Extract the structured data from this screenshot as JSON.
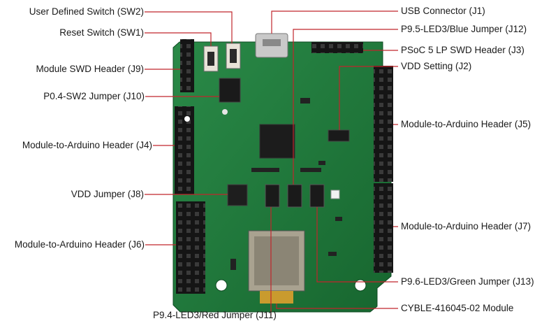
{
  "accent_line_color": "#c0262c",
  "board_color": "#1f7a3c",
  "labels": {
    "sw2": "User Defined Switch (SW2)",
    "sw1": "Reset Switch (SW1)",
    "j9": "Module SWD Header (J9)",
    "j10": "P0.4-SW2 Jumper (J10)",
    "j4": "Module-to-Arduino Header (J4)",
    "j8": "VDD Jumper (J8)",
    "j6": "Module-to-Arduino Header (J6)",
    "j11": "P9.4-LED3/Red Jumper (J11)",
    "j1": "USB Connector (J1)",
    "j12": "P9.5-LED3/Blue Jumper (J12)",
    "j3": "PSoC 5 LP SWD Header (J3)",
    "j2": "VDD Setting (J2)",
    "j5": "Module-to-Arduino Header (J5)",
    "j7": "Module-to-Arduino Header (J7)",
    "j13": "P9.6-LED3/Green Jumper (J13)",
    "module": "CYBLE-416045-02 Module"
  }
}
